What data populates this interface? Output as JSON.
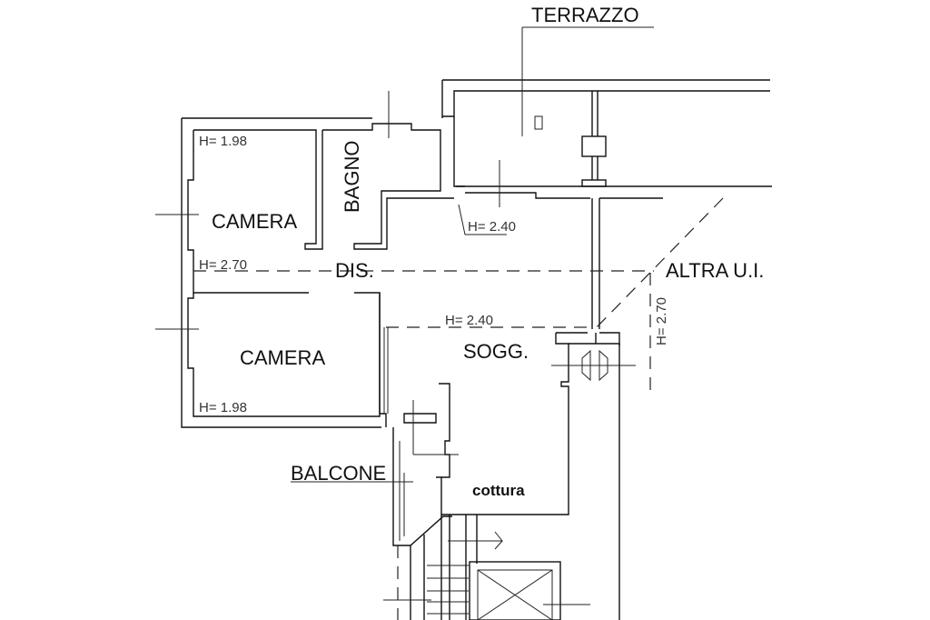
{
  "plan": {
    "rooms": {
      "terrazzo": "TERRAZZO",
      "camera_top": "CAMERA",
      "bagno": "BAGNO",
      "dis": "DIS.",
      "camera_bottom": "CAMERA",
      "sogg": "SOGG.",
      "balcone": "BALCONE",
      "cottura": "cottura",
      "altra_ui": "ALTRA U.I."
    },
    "heights": {
      "camera_top": "H= 1.98",
      "dis": "H= 2.70",
      "bagno_door": "H= 2.40",
      "sogg": "H= 2.40",
      "camera_bottom": "H= 1.98",
      "altra_ui": "H= 2.70"
    },
    "colors": {
      "ink": "#111111",
      "background": "#ffffff"
    }
  }
}
